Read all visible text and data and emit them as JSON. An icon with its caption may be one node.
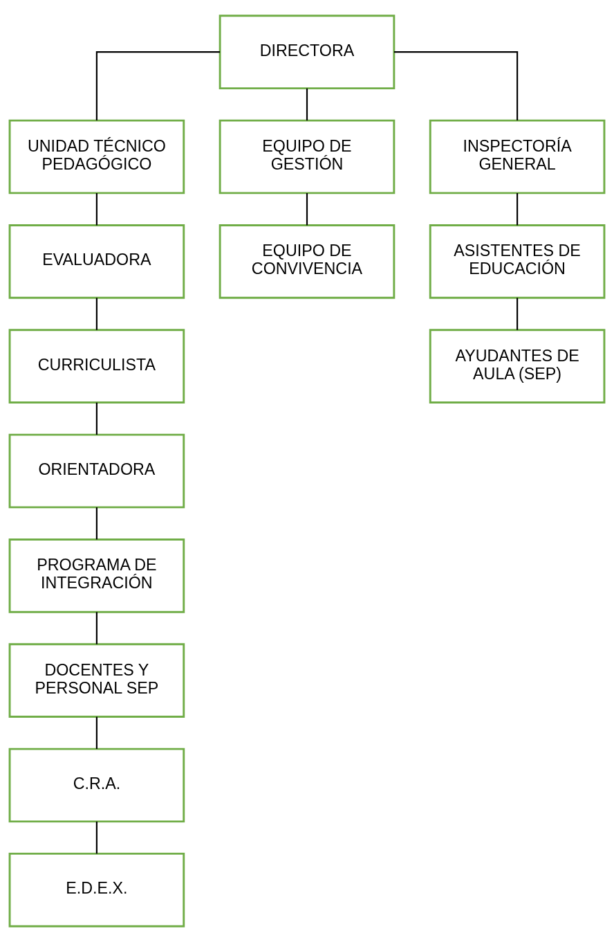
{
  "diagram": {
    "nodes": [
      {
        "text": [
          "DIRECTORA"
        ]
      },
      {
        "text": [
          "UNIDAD TÉCNICO PEDAGÓGICO"
        ]
      },
      {
        "text": [
          "EQUIPO DE GESTIÓN"
        ]
      },
      {
        "text": [
          "INSPECTORÍA GENERAL"
        ]
      },
      {
        "text": [
          "EVALUADORA"
        ]
      },
      {
        "text": [
          "EQUIPO DE CONVIVENCIA"
        ]
      },
      {
        "text": [
          "ASISTENTES DE EDUCACIÓN"
        ]
      },
      {
        "text": [
          "AYUDANTES DE AULA (SEP)"
        ]
      },
      {
        "text": [
          "CURRICULISTA"
        ]
      },
      {
        "text": [
          "ORIENTADORA"
        ]
      },
      {
        "text": [
          "PROGRAMA DE INTEGRACIÓN"
        ]
      },
      {
        "text": [
          "DOCENTES Y PERSONAL SEP"
        ]
      },
      {
        "text": [
          "C.R.A."
        ]
      },
      {
        "text": [
          "E.D.E.X."
        ]
      }
    ],
    "edges": [
      {
        "from": 0,
        "to": 1,
        "arrow": "none"
      },
      {
        "from": 0,
        "to": 2,
        "arrow": "none"
      },
      {
        "from": 0,
        "to": 3,
        "arrow": "none"
      },
      {
        "from": 1,
        "to": 4,
        "arrow": "none"
      },
      {
        "from": 2,
        "to": 5,
        "arrow": "none"
      },
      {
        "from": 3,
        "to": 6,
        "arrow": "none"
      },
      {
        "from": 6,
        "to": 7,
        "arrow": "none"
      },
      {
        "from": 4,
        "to": 8,
        "arrow": "none"
      },
      {
        "from": 8,
        "to": 9,
        "arrow": "none"
      },
      {
        "from": 9,
        "to": 10,
        "arrow": "none"
      },
      {
        "from": 10,
        "to": 11,
        "arrow": "none"
      },
      {
        "from": 11,
        "to": 12,
        "arrow": "none"
      },
      {
        "from": 12,
        "to": 13,
        "arrow": "none"
      }
    ]
  }
}
